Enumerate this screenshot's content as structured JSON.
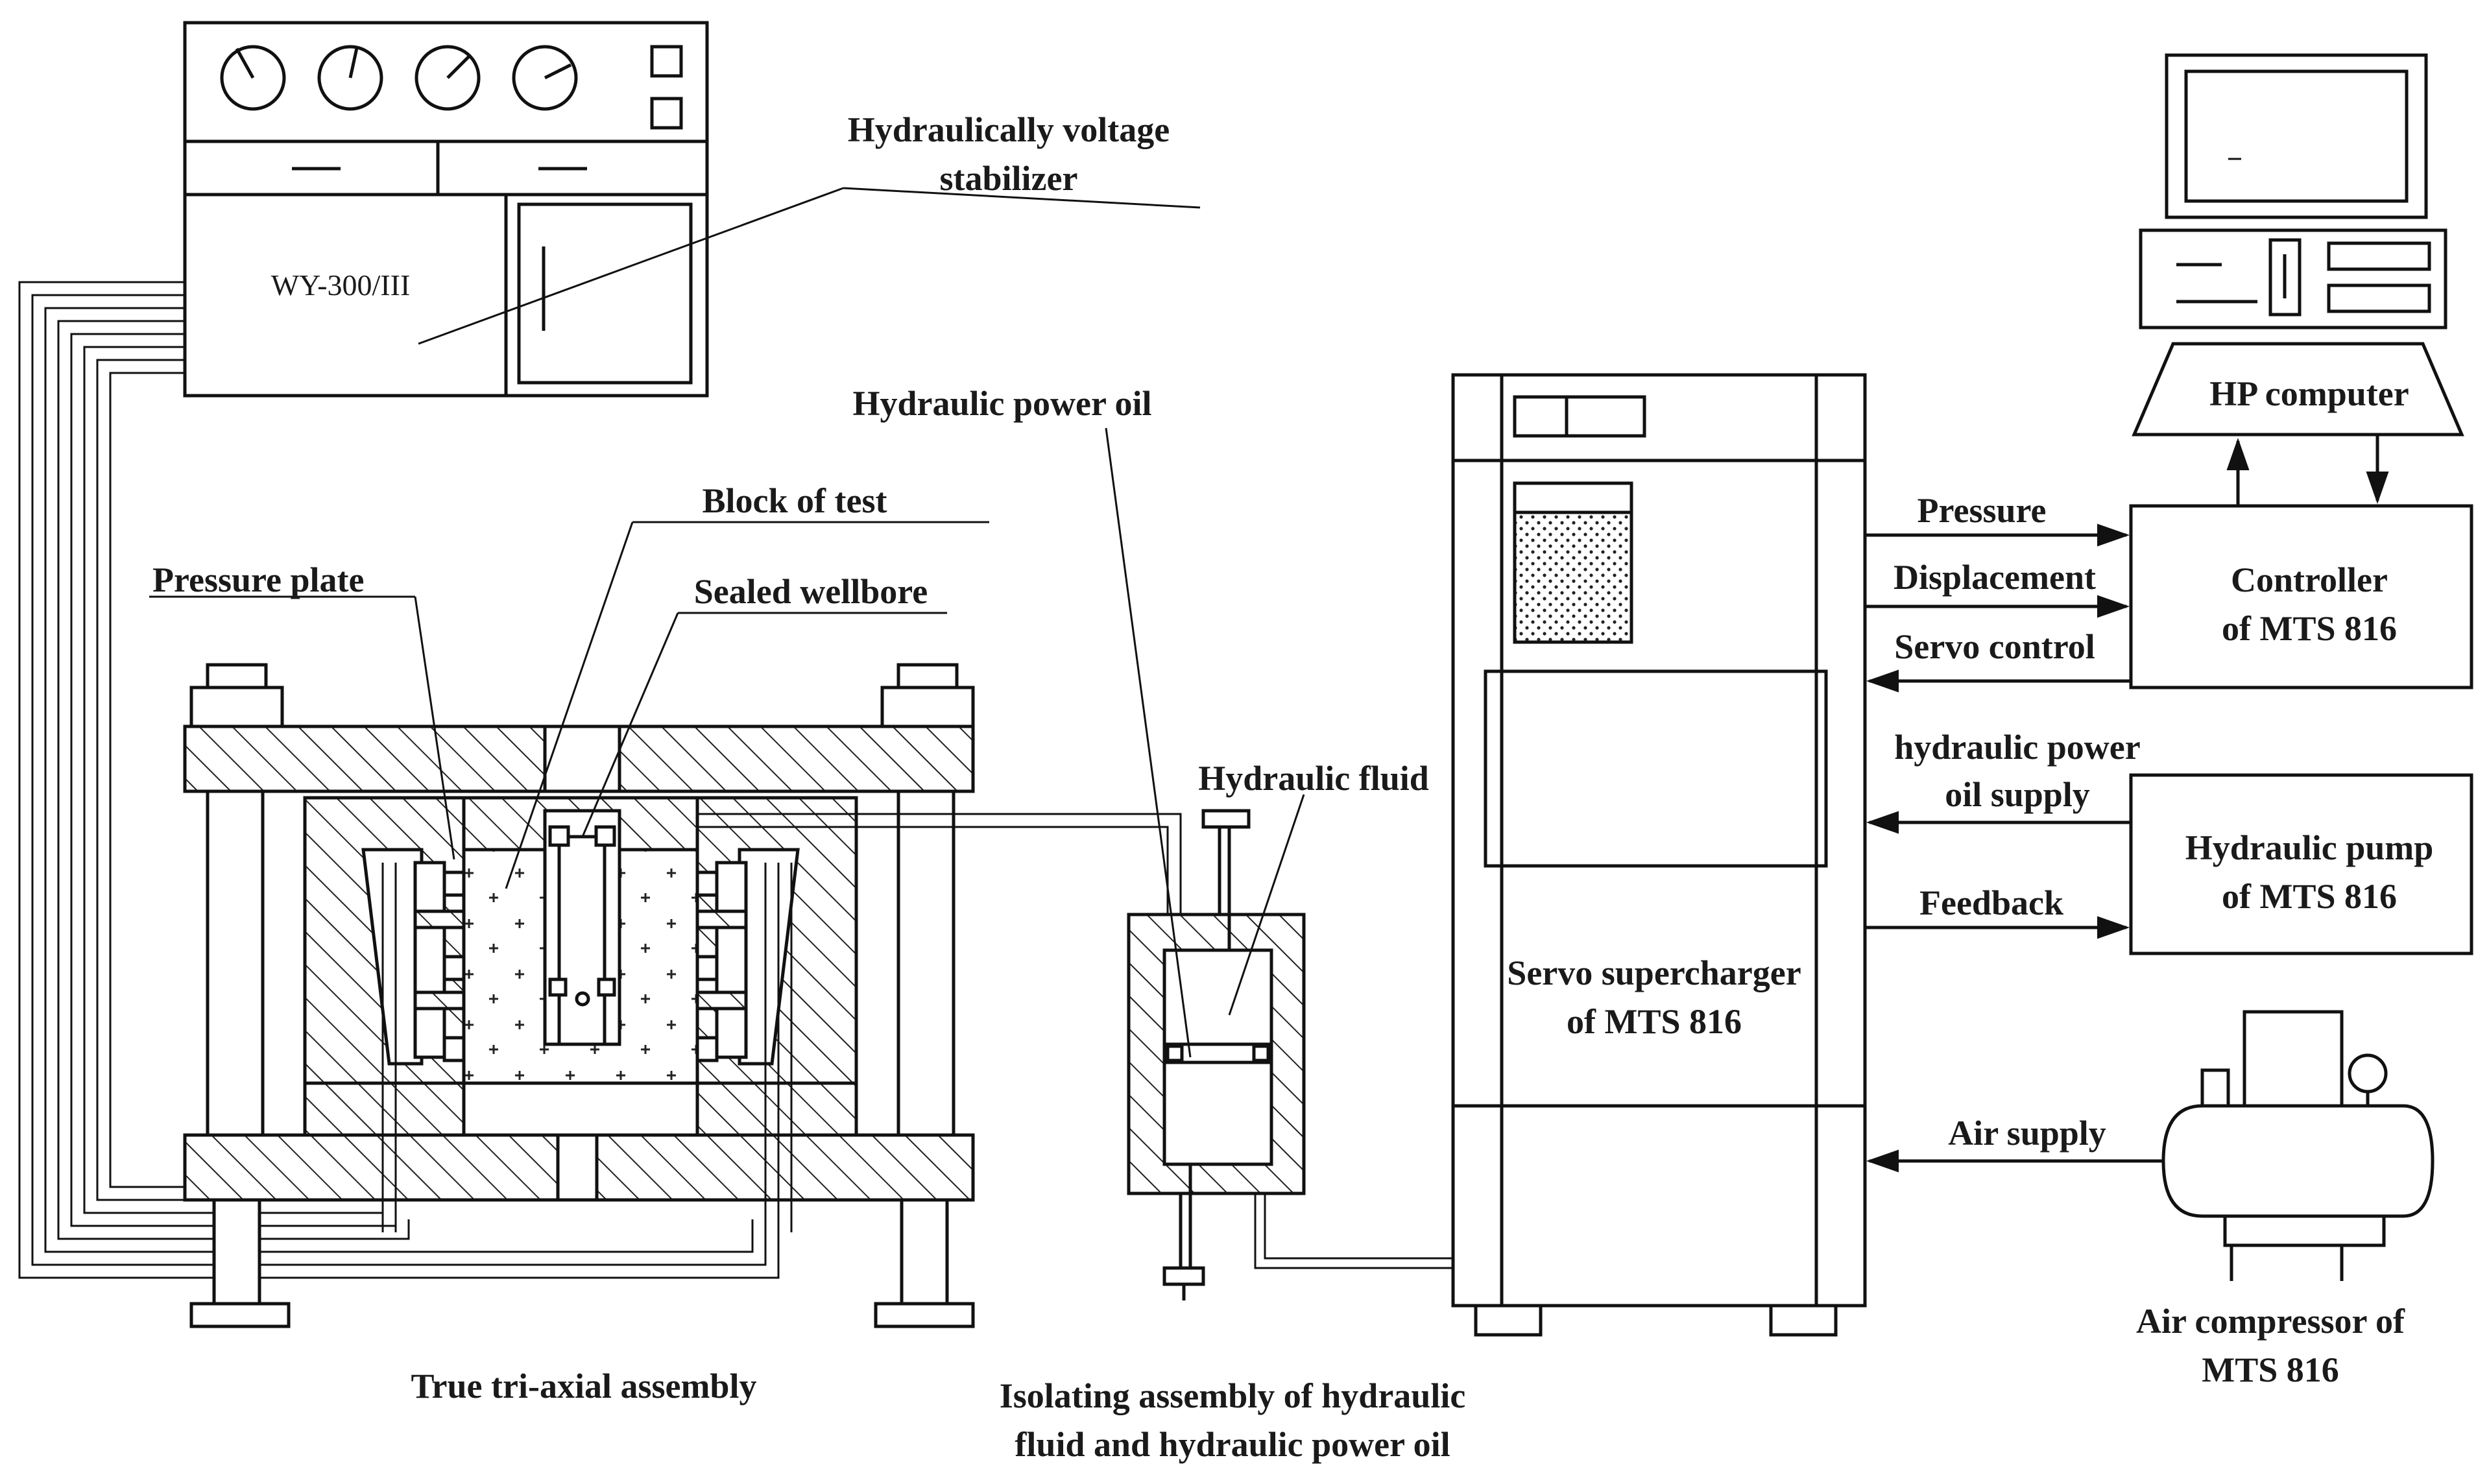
{
  "labels": {
    "voltage_stabilizer_l1": "Hydraulically voltage",
    "voltage_stabilizer_l2": "stabilizer",
    "wy_model": "WY-300/III",
    "hydraulic_power_oil": "Hydraulic power oil",
    "block_of_test": "Block of test",
    "pressure_plate": "Pressure plate",
    "sealed_wellbore": "Sealed wellbore",
    "hydraulic_fluid": "Hydraulic fluid",
    "servo_l1": "Servo supercharger",
    "servo_l2": "of  MTS 816",
    "hp_computer": "HP computer",
    "controller_l1": "Controller",
    "controller_l2": "of  MTS 816",
    "pump_l1": "Hydraulic pump",
    "pump_l2": "of MTS 816",
    "air_comp_l1": "Air compressor of",
    "air_comp_l2": "MTS 816",
    "triaxial": "True tri-axial assembly",
    "isolating_l1": "Isolating  assembly of hydraulic",
    "isolating_l2": "fluid and hydraulic power oil"
  },
  "signals": {
    "pressure": "Pressure",
    "displacement": "Displacement",
    "servo_control": "Servo control",
    "hyd_oil_supply_l1": "hydraulic power",
    "hyd_oil_supply_l2": "oil supply",
    "feedback": "Feedback",
    "air_supply": "Air supply"
  }
}
